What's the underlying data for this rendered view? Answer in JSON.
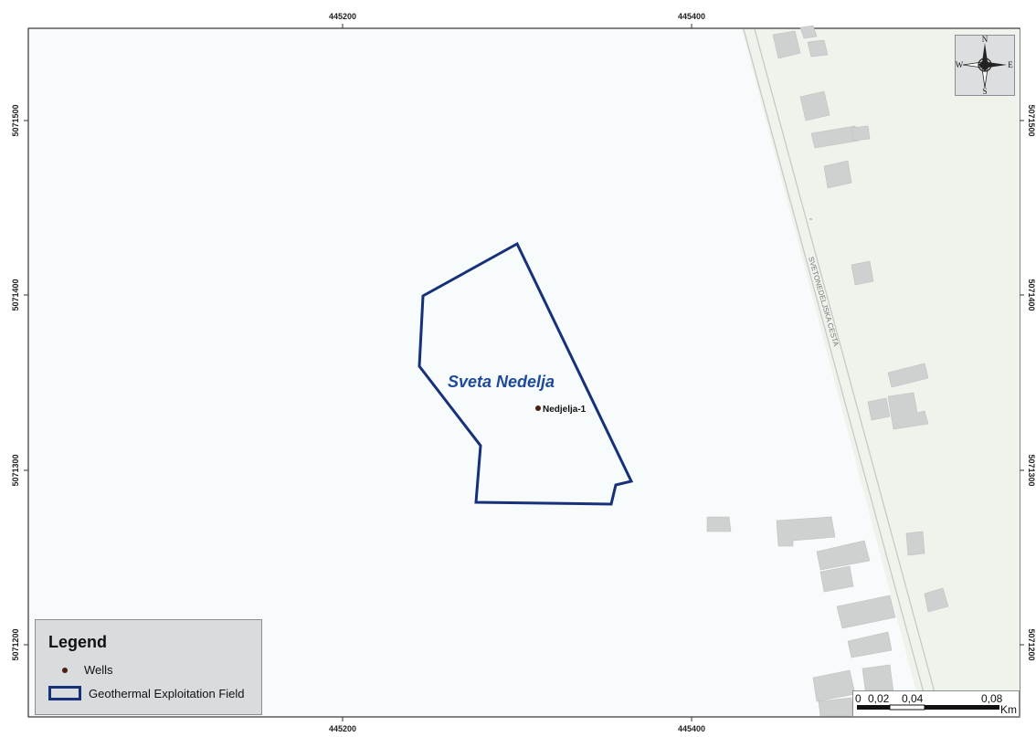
{
  "map": {
    "frame_coords": {
      "top": [
        "445200",
        "445400"
      ],
      "bottom": [
        "445200",
        "445400"
      ],
      "left": [
        "5071500",
        "5071400",
        "5071300",
        "5071200"
      ],
      "right": [
        "5071500",
        "5071400",
        "5071300",
        "5071200"
      ]
    },
    "field_label": "Sveta Nedelja",
    "well_label": "Nedjelja-1",
    "road_label": "SVETONEDELJSKA CESTA",
    "colors": {
      "field_outline": "#16307a",
      "field_label": "#1e4a9c",
      "well": "#4a1e12",
      "background": "#f8fbfb",
      "developed_area": "#eef3ec",
      "building": "#cfd0d0"
    }
  },
  "legend": {
    "title": "Legend",
    "items": [
      {
        "label": "Wells",
        "symbol": "dot"
      },
      {
        "label": "Geothermal Exploitation Field",
        "symbol": "polygon-outline"
      }
    ]
  },
  "compass": {
    "n": "N",
    "s": "S",
    "e": "E",
    "w": "W"
  },
  "scalebar": {
    "labels": [
      "0",
      "0,02",
      "0,04",
      "0,08"
    ],
    "unit": "Km"
  }
}
